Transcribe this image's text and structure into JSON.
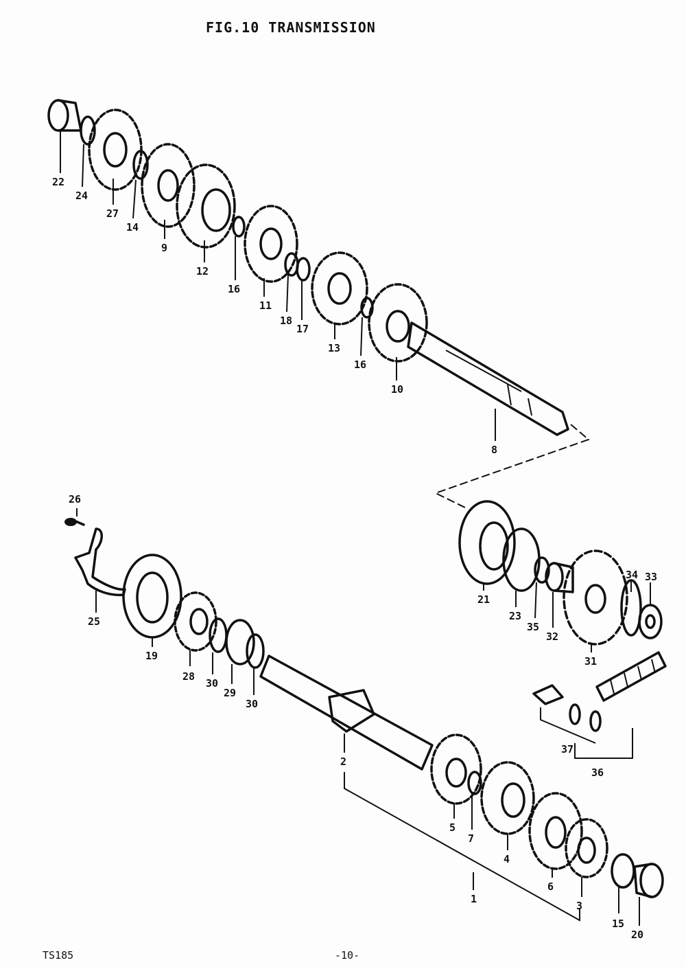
{
  "title": "FIG.10 TRANSMISSION",
  "footer": {
    "model": "TS185",
    "page": "-10-"
  },
  "labels": {
    "p22": "22",
    "p24": "24",
    "p27": "27",
    "p14": "14",
    "p9": "9",
    "p12": "12",
    "p16a": "16",
    "p11": "11",
    "p18": "18",
    "p17": "17",
    "p13": "13",
    "p16b": "16",
    "p10": "10",
    "p8": "8",
    "p26": "26",
    "p25": "25",
    "p19": "19",
    "p28": "28",
    "p30a": "30",
    "p29": "29",
    "p30b": "30",
    "p2": "2",
    "p21": "21",
    "p23": "23",
    "p35": "35",
    "p32": "32",
    "p31": "31",
    "p34": "34",
    "p33": "33",
    "p37": "37",
    "p36": "36",
    "p5": "5",
    "p7": "7",
    "p4": "4",
    "p6": "6",
    "p3": "3",
    "p1": "1",
    "p15": "15",
    "p20": "20"
  }
}
